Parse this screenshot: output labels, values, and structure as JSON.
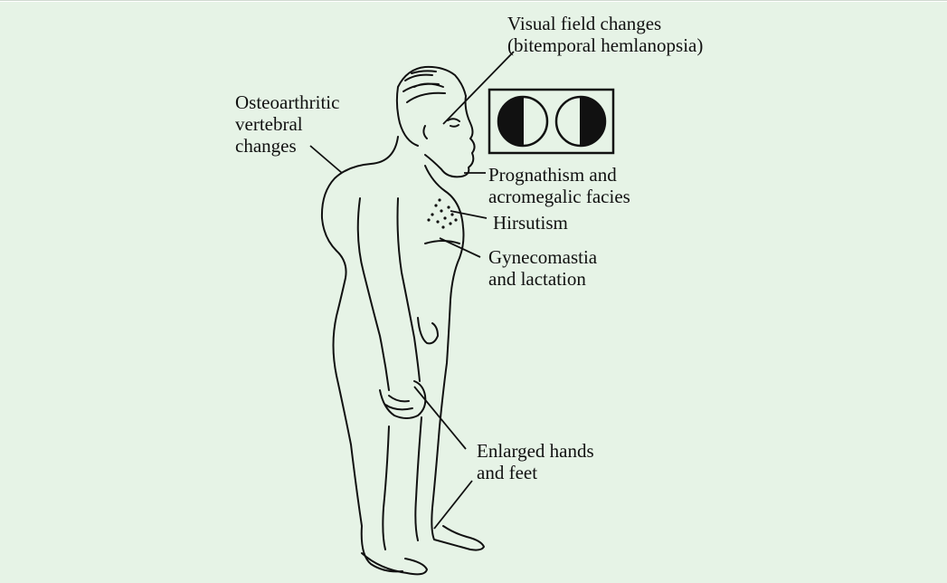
{
  "colors": {
    "background": "#e6f3e6",
    "ink": "#111111"
  },
  "labels": {
    "visual_field": {
      "line1": "Visual field changes",
      "line2": "(bitemporal hemlanopsia)"
    },
    "osteoarthritic": {
      "line1": "Osteoarthritic",
      "line2": "vertebral",
      "line3": "changes"
    },
    "prognathism": {
      "line1": "Prognathism and",
      "line2": "acromegalic facies"
    },
    "hirsutism": {
      "line1": "Hirsutism"
    },
    "gynecomastia": {
      "line1": "Gynecomastia",
      "line2": "and lactation"
    },
    "hands_feet": {
      "line1": "Enlarged hands",
      "line2": "and feet"
    }
  },
  "icons": {
    "figure": "standing-man-outline",
    "visual_field_diagram": "bitemporal-hemianopsia-circles"
  }
}
